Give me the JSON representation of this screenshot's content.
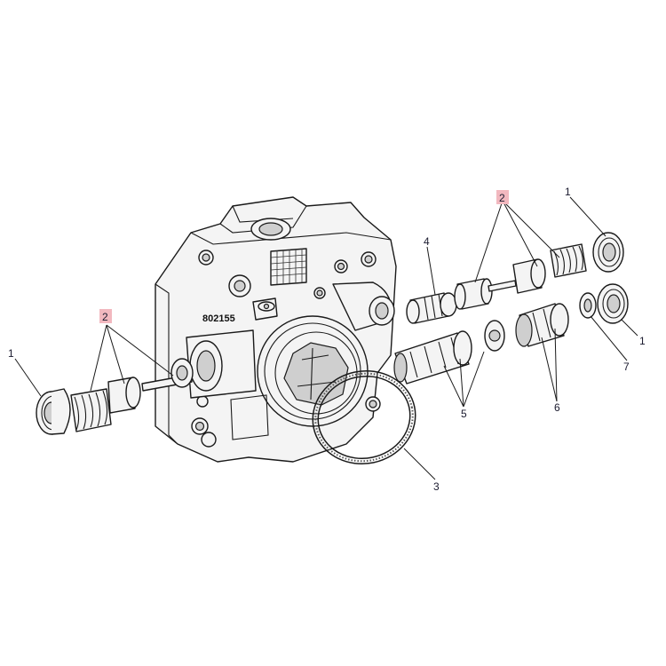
{
  "diagram": {
    "serial_number": "802155",
    "highlight_color": "#f2b8bf",
    "callouts": [
      {
        "id": "c1-left",
        "label": "1"
      },
      {
        "id": "c2-left",
        "label": "2",
        "highlighted": true
      },
      {
        "id": "c2-right",
        "label": "2",
        "highlighted": true
      },
      {
        "id": "c1-top",
        "label": "1"
      },
      {
        "id": "c4",
        "label": "4"
      },
      {
        "id": "c1-right",
        "label": "1"
      },
      {
        "id": "c7",
        "label": "7"
      },
      {
        "id": "c6",
        "label": "6"
      },
      {
        "id": "c5",
        "label": "5"
      },
      {
        "id": "c3",
        "label": "3"
      }
    ]
  }
}
